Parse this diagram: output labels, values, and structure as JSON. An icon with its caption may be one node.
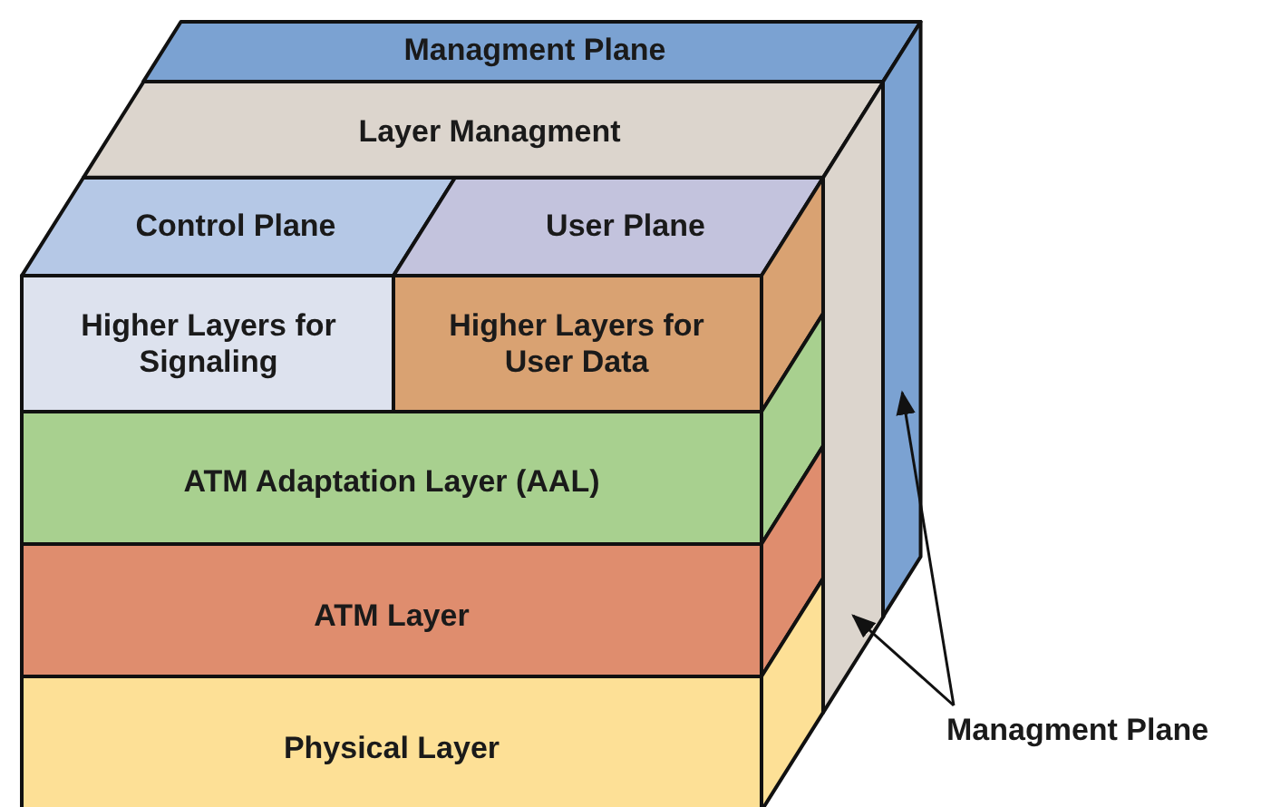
{
  "diagram": {
    "nodes": [
      {
        "text": [
          "Managment Plane"
        ]
      },
      {
        "text": [
          "Layer Managment"
        ]
      },
      {
        "text": [
          "Control Plane"
        ]
      },
      {
        "text": [
          "User Plane"
        ]
      },
      {
        "text": [
          "Higher Layers for Signaling"
        ]
      },
      {
        "text": [
          "Higher Layers for User Data"
        ]
      },
      {
        "text": [
          "ATM Adaptation Layer (AAL)"
        ]
      },
      {
        "text": [
          "ATM Layer"
        ]
      },
      {
        "text": [
          "Physical Layer"
        ]
      },
      {
        "text": [
          "Managment Plane"
        ]
      },
      {
        "text": [],
        "shape": "box"
      },
      {
        "text": [],
        "shape": "box"
      }
    ],
    "edges": [
      {
        "from": 9,
        "to": 10,
        "arrow": "to"
      },
      {
        "from": 9,
        "to": 11,
        "arrow": "to"
      }
    ]
  }
}
